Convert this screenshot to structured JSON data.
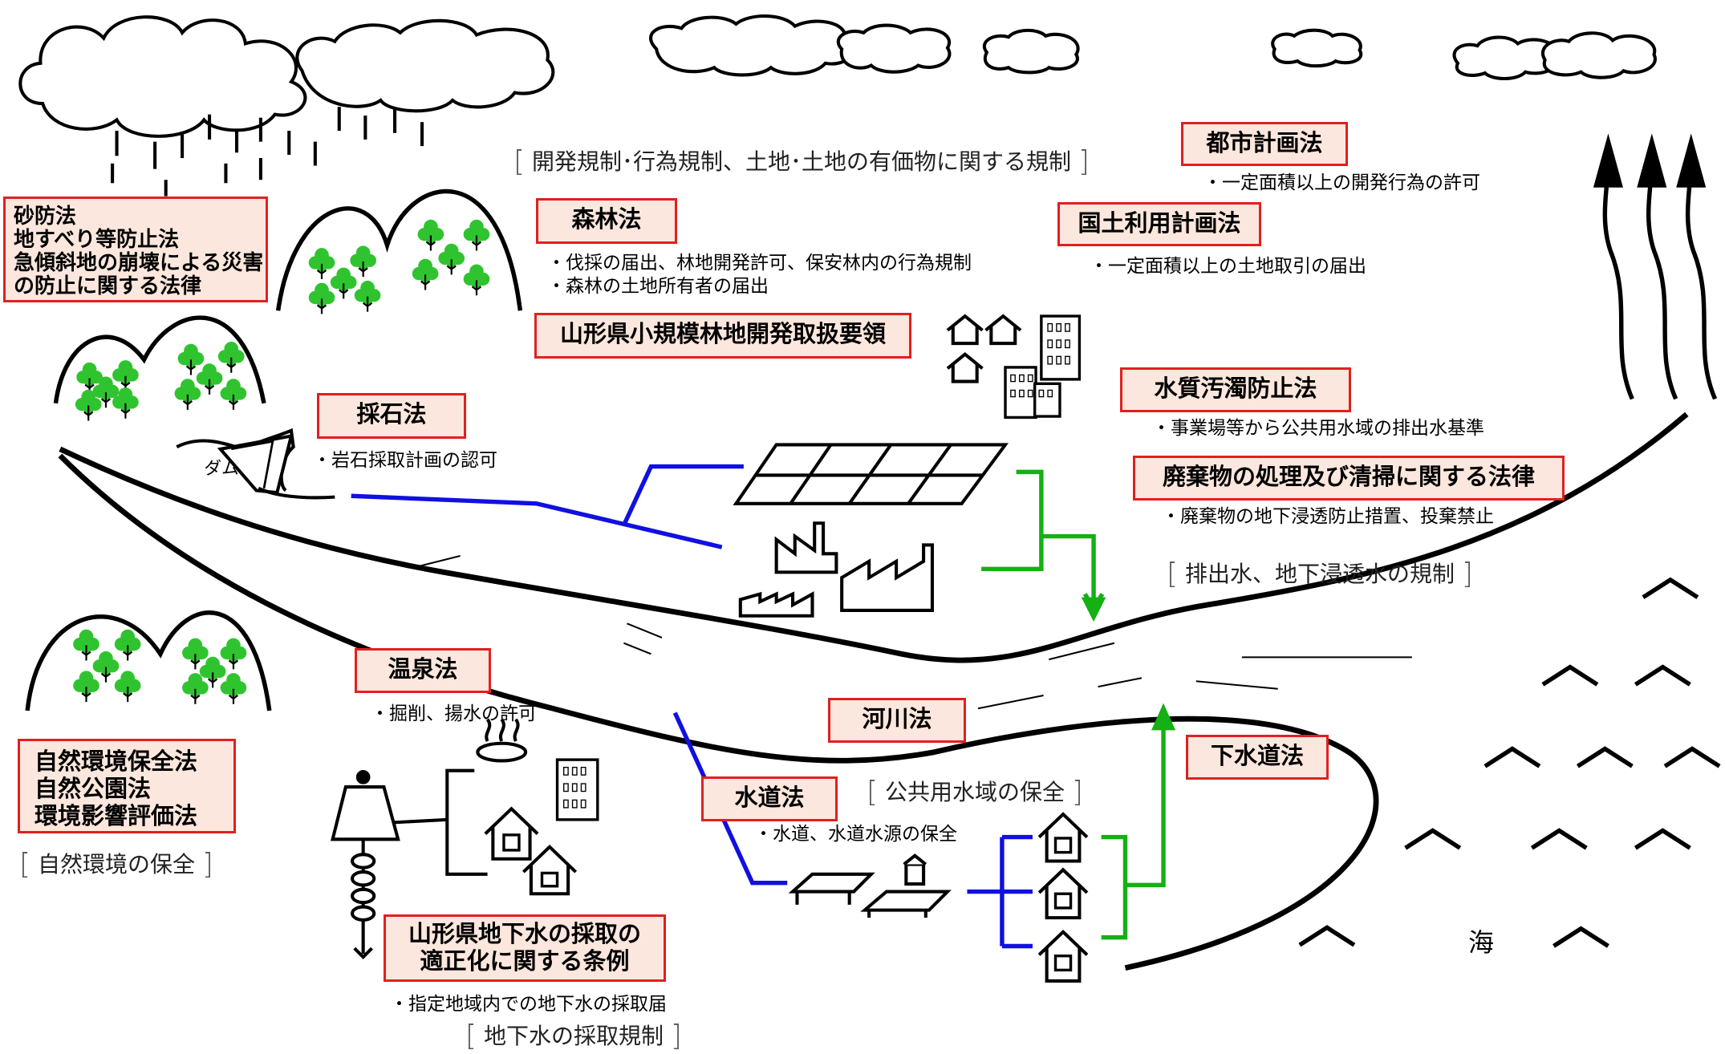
{
  "laws": {
    "sabo": [
      "砂防法",
      "地すべり等防止法",
      "急傾斜地の崩壊による災害",
      "の防止に関する法律"
    ],
    "forest": "森林法",
    "yamagata_forest": "山形県小規模林地開発取扱要領",
    "quarry": "採石法",
    "city_planning": "都市計画法",
    "land_use": "国土利用計画法",
    "water_pollution": "水質汚濁防止法",
    "waste": "廃棄物の処理及び清掃に関する法律",
    "nature": [
      "自然環境保全法",
      "自然公園法",
      "環境影響評価法"
    ],
    "hot_spring": "温泉法",
    "river": "河川法",
    "waterworks": "水道法",
    "sewerage": "下水道法",
    "groundwater": [
      "山形県地下水の採取の",
      "適正化に関する条例"
    ]
  },
  "notes": {
    "forest": [
      "・伐採の届出、林地開発許可、保安林内の行為規制",
      "・森林の土地所有者の届出"
    ],
    "quarry": "・岩石採取計画の認可",
    "city_planning": "・一定面積以上の開発行為の許可",
    "land_use": "・一定面積以上の土地取引の届出",
    "water_pollution": "・事業場等から公共用水域の排出水基準",
    "waste": "・廃棄物の地下浸透防止措置、投棄禁止",
    "hot_spring": "・掘削、揚水の許可",
    "waterworks": "・水道、水道水源の保全",
    "groundwater": "・指定地域内での地下水の採取届"
  },
  "categories": {
    "development": "開発規制･行為規制、土地･土地の有価物に関する規制",
    "discharge": "排出水、地下浸透水の規制",
    "public_water": "公共用水域の保全",
    "nature": "自然環境の保全",
    "groundwater": "地下水の採取規制"
  },
  "labels": {
    "sea": "海",
    "dam": "ダム"
  },
  "colors": {
    "law_border": "#e02020",
    "law_fill": "#fbe7dd",
    "tree": "#2fc42f",
    "intake_line": "#1010e0",
    "discharge_line": "#14b014"
  },
  "icons": [
    "cloud-icon",
    "rain-icon",
    "mountain-icon",
    "tree-icon",
    "dam-icon",
    "house-icon",
    "building-icon",
    "factory-icon",
    "field-icon",
    "water-plant-icon",
    "well-icon",
    "hot-spring-icon",
    "wave-icon",
    "rising-air-arrow-icon"
  ]
}
